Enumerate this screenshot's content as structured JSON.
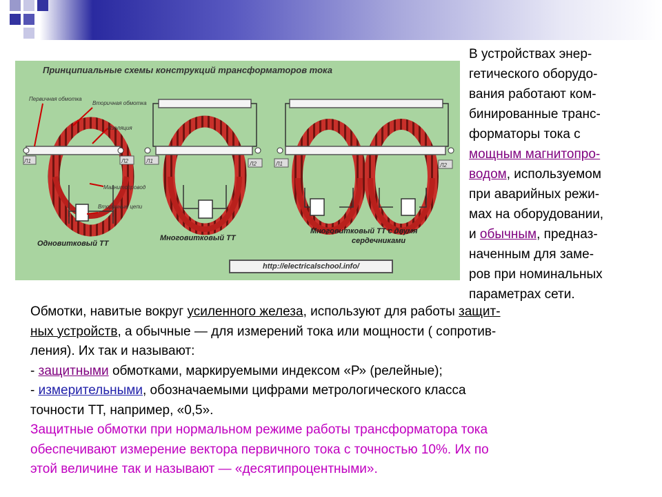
{
  "figure": {
    "title": "Принципиальные схемы конструкций трансформаторов тока",
    "labels": {
      "primary_winding": "Первичная обмотка",
      "secondary_winding": "Вторичная обмотка",
      "insulation": "Изоляция",
      "magnetic_core": "Магнитопровод",
      "secondary_circuits": "Вторичные цепи",
      "l1": "Л1",
      "l2": "Л2"
    },
    "captions": {
      "single_turn": "Одновитковый ТТ",
      "multi_turn": "Многовитковый ТТ",
      "multi_turn_two_cores_1": "Многовитковый ТТ с двумя",
      "multi_turn_two_cores_2": "сердечниками"
    },
    "url": "http://electricalschool.info/"
  },
  "side_text": {
    "l1": "В устройствах энер-",
    "l2": "гетического оборудо-",
    "l3": "вания работают ком-",
    "l4": "бинированные транс-",
    "l5": "форматоры тока с",
    "l6_link": "мощным магнитопро-",
    "l7_link": "водом",
    "l7_rest": ", используемом",
    "l8": "при аварийных режи-",
    "l9": "мах на оборудовании,",
    "l10_pre": "и ",
    "l10_link": "обычным",
    "l10_rest": ", предназ-",
    "l11": "наченным для заме-",
    "l12": "ров при номинальных",
    "l13": "параметрах сети."
  },
  "main_text": {
    "p1_a": "Обмотки, навитые вокруг ",
    "p1_u1": "усиленного железа",
    "p1_b": ", используют для работы ",
    "p1_u2": "защит-",
    "p2_u": "ных устройств",
    "p2_rest": ", а обычные — для измерений тока или мощности ( сопротив-",
    "p3": "ления). Их так и называют:",
    "li1_pre": "- ",
    "li1_link": "защитными",
    "li1_rest": " обмотками, маркируемыми индексом «Р» (релейные);",
    "li2_pre": "- ",
    "li2_link": "измерительными",
    "li2_rest": ", обозначаемыми цифрами метрологического класса",
    "li2_cont": "точности ТТ, например, «0,5».",
    "pink1": "Защитные обмотки при нормальном режиме работы трансформатора тока",
    "pink2": "обеспечивают измерение вектора первичного тока с точностью 10%. Их по",
    "pink3": "этой величине так и называют — «десятипроцентными»."
  },
  "colors": {
    "header_blue": "#2a2aa0",
    "figure_bg": "#a9d4a0",
    "coil": "#c8302a",
    "link_purple": "#7f007f",
    "link_blue": "#2222aa",
    "pink_text": "#c000c0"
  }
}
